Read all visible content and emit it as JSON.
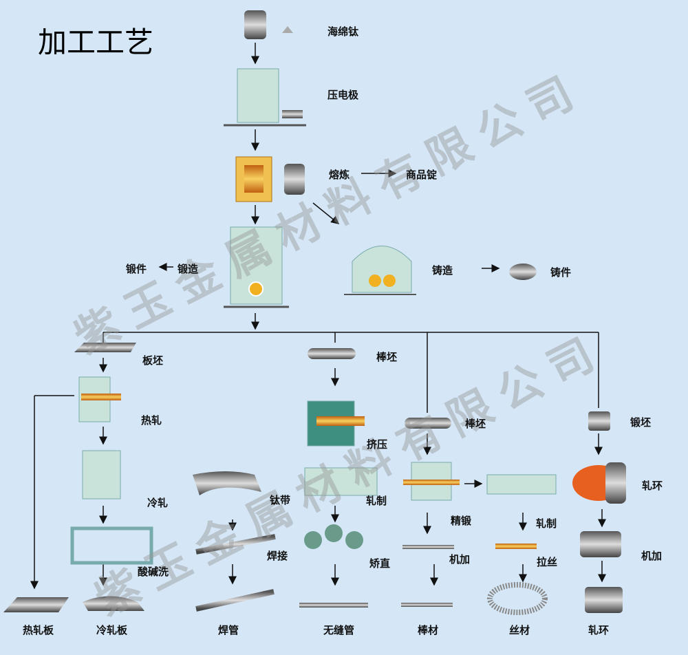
{
  "title": "加工工艺",
  "watermark": "紫玉金属材料有限公司",
  "labels": {
    "sponge": "海绵钛",
    "electrode": "压电极",
    "melting": "熔炼",
    "ingot": "商品锭",
    "forgings": "锻件",
    "forging": "锻造",
    "casting": "铸造",
    "castings": "铸件",
    "slab": "板坯",
    "bar_billet_1": "棒坯",
    "bar_billet_2": "棒坯",
    "forging_billet": "锻坯",
    "hot_rolling": "热轧",
    "extrusion": "挤压",
    "cold_rolling": "冷轧",
    "ti_strip": "钛带",
    "rolling_1": "轧制",
    "precision_forging": "精锻",
    "rolling_2": "轧制",
    "ring_rolling": "轧环",
    "pickling": "酸碱洗",
    "welding": "焊接",
    "straightening": "矫直",
    "machining_1": "机加",
    "drawing": "拉丝",
    "machining_2": "机加"
  },
  "products": [
    "热轧板",
    "冷轧板",
    "焊管",
    "无缝管",
    "棒材",
    "丝材",
    "轧环"
  ],
  "colors": {
    "background": "#d5e7f7",
    "equipment": "#c9e3da",
    "hot": "#e8a030",
    "metal": "#888888"
  }
}
